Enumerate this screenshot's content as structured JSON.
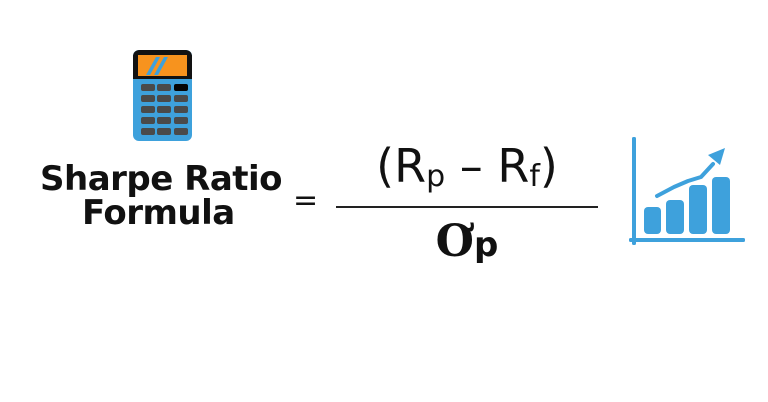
{
  "title": {
    "line1": "Sharpe Ratio",
    "line2": "Formula"
  },
  "equals": "=",
  "formula": {
    "numerator": {
      "open_paren": "(",
      "r1": "R",
      "r1_sub": "p",
      "minus": "–",
      "r2": "R",
      "r2_sub": "f",
      "close_paren": ")"
    },
    "denominator": {
      "sigma": "Ơ",
      "sub": "p"
    }
  },
  "icons": {
    "calculator": "calculator-icon",
    "chart": "bar-chart-growth-icon"
  },
  "colors": {
    "accent_blue": "#3ea1dc",
    "screen_orange": "#f7931e",
    "key_gray": "#4a4a4a",
    "text": "#111111"
  }
}
